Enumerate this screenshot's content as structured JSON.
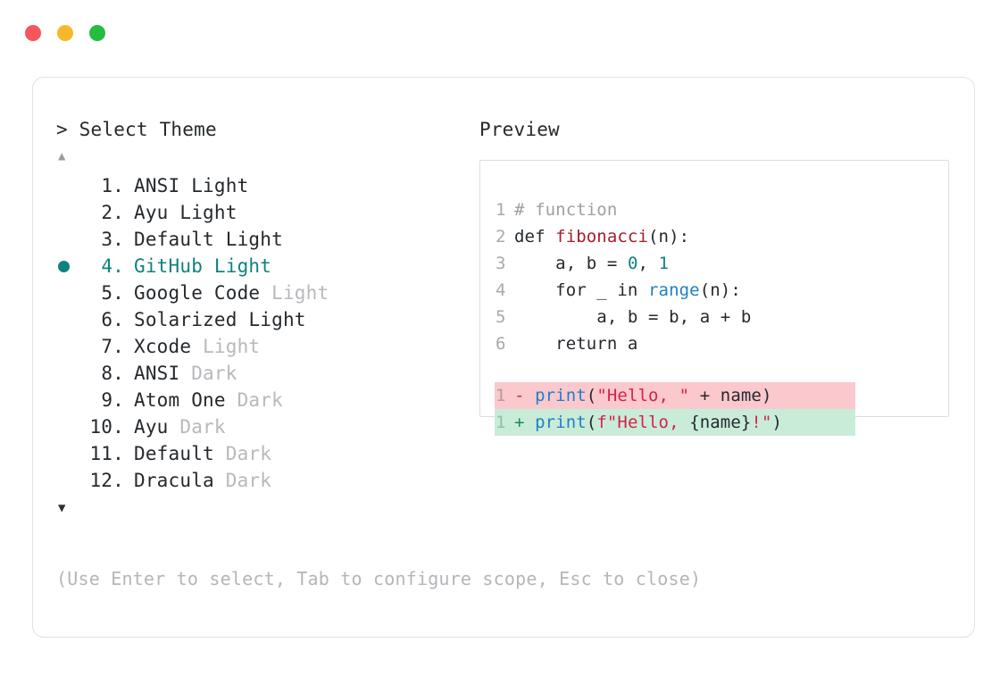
{
  "window": {
    "dots": [
      {
        "name": "close",
        "color": "#f4575a"
      },
      {
        "name": "minimize",
        "color": "#f7b92a"
      },
      {
        "name": "maximize",
        "color": "#25bd3e"
      }
    ]
  },
  "left": {
    "prompt": "> Select Theme",
    "scroll_up_glyph": "▲",
    "scroll_down_glyph": "▼",
    "selected_index": 4,
    "accent_color": "#0f8280",
    "themes": [
      {
        "index": "1.",
        "name": "ANSI",
        "variant": "Light",
        "variant_muted": false,
        "selected": false
      },
      {
        "index": "2.",
        "name": "Ayu",
        "variant": "Light",
        "variant_muted": false,
        "selected": false
      },
      {
        "index": "3.",
        "name": "Default",
        "variant": "Light",
        "variant_muted": false,
        "selected": false
      },
      {
        "index": "4.",
        "name": "GitHub",
        "variant": "Light",
        "variant_muted": false,
        "selected": true
      },
      {
        "index": "5.",
        "name": "Google Code",
        "variant": "Light",
        "variant_muted": true,
        "selected": false
      },
      {
        "index": "6.",
        "name": "Solarized",
        "variant": "Light",
        "variant_muted": false,
        "selected": false
      },
      {
        "index": "7.",
        "name": "Xcode",
        "variant": "Light",
        "variant_muted": true,
        "selected": false
      },
      {
        "index": "8.",
        "name": "ANSI",
        "variant": "Dark",
        "variant_muted": true,
        "selected": false
      },
      {
        "index": "9.",
        "name": "Atom One",
        "variant": "Dark",
        "variant_muted": true,
        "selected": false
      },
      {
        "index": "10.",
        "name": "Ayu",
        "variant": "Dark",
        "variant_muted": true,
        "selected": false
      },
      {
        "index": "11.",
        "name": "Default",
        "variant": "Dark",
        "variant_muted": true,
        "selected": false
      },
      {
        "index": "12.",
        "name": "Dracula",
        "variant": "Dark",
        "variant_muted": true,
        "selected": false
      }
    ],
    "footer_hint": "(Use Enter to select, Tab to configure scope, Esc to close)"
  },
  "right": {
    "label": "Preview",
    "code_lines": [
      {
        "n": "1",
        "tokens": [
          {
            "t": "# function",
            "c": "t-comment"
          }
        ]
      },
      {
        "n": "2",
        "tokens": [
          {
            "t": "def ",
            "c": "t-kw"
          },
          {
            "t": "fibonacci",
            "c": "t-fn"
          },
          {
            "t": "(n):",
            "c": "t-plain"
          }
        ]
      },
      {
        "n": "3",
        "tokens": [
          {
            "t": "    a, b = ",
            "c": "t-plain"
          },
          {
            "t": "0",
            "c": "t-num"
          },
          {
            "t": ", ",
            "c": "t-plain"
          },
          {
            "t": "1",
            "c": "t-num"
          }
        ]
      },
      {
        "n": "4",
        "tokens": [
          {
            "t": "    for _ in ",
            "c": "t-plain"
          },
          {
            "t": "range",
            "c": "t-builtin"
          },
          {
            "t": "(n):",
            "c": "t-plain"
          }
        ]
      },
      {
        "n": "5",
        "tokens": [
          {
            "t": "        a, b = b, a + b",
            "c": "t-plain"
          }
        ]
      },
      {
        "n": "6",
        "tokens": [
          {
            "t": "    return a",
            "c": "t-plain"
          }
        ]
      }
    ],
    "diff_lines": [
      {
        "n": "1",
        "sign": "-",
        "kind": "del",
        "tokens": [
          {
            "t": "print",
            "c": "t-call"
          },
          {
            "t": "(",
            "c": "t-plain"
          },
          {
            "t": "\"Hello, \"",
            "c": "t-str"
          },
          {
            "t": " + name)",
            "c": "t-plain"
          }
        ]
      },
      {
        "n": "1",
        "sign": "+",
        "kind": "add",
        "tokens": [
          {
            "t": "print",
            "c": "t-call"
          },
          {
            "t": "(",
            "c": "t-plain"
          },
          {
            "t": "f\"Hello, ",
            "c": "t-str"
          },
          {
            "t": "{name}",
            "c": "t-plain"
          },
          {
            "t": "!\"",
            "c": "t-str"
          },
          {
            "t": ")",
            "c": "t-plain"
          }
        ]
      }
    ]
  }
}
